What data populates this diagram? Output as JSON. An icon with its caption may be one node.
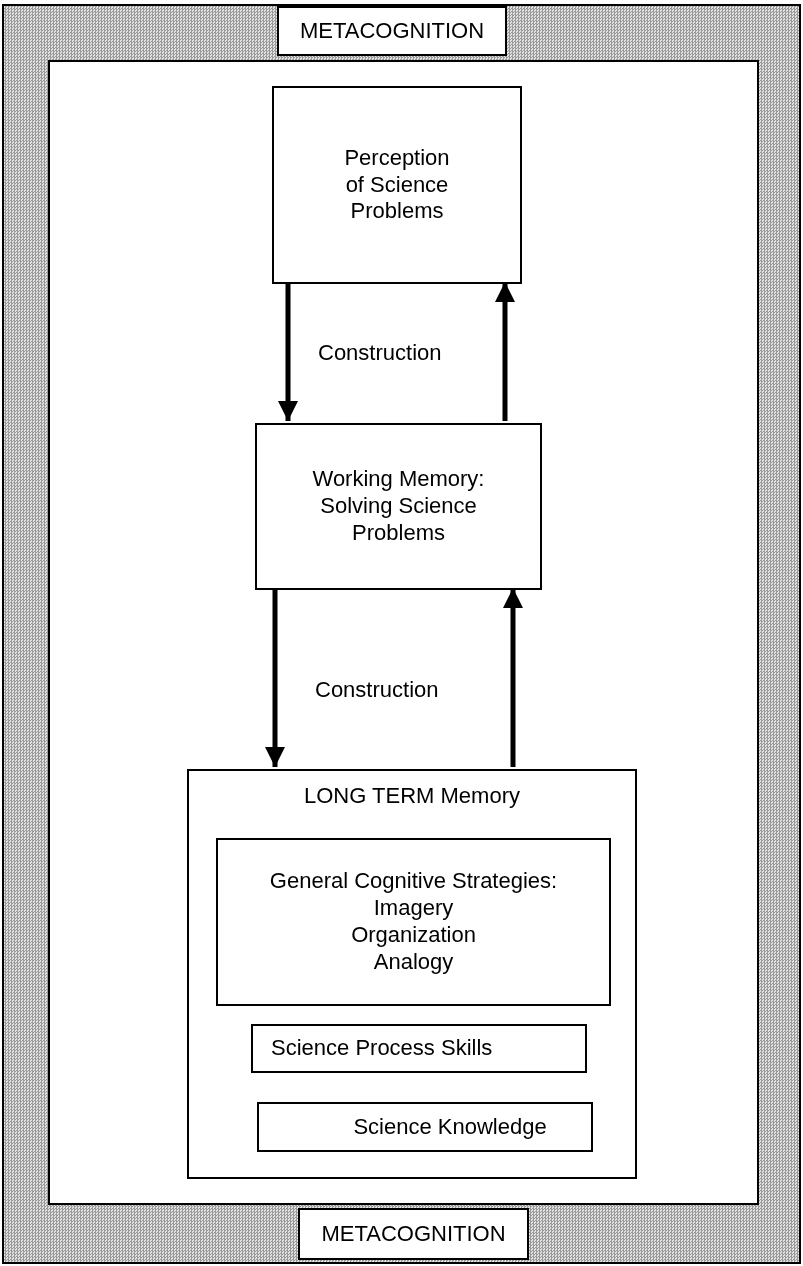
{
  "diagram": {
    "nodes": [
      {
        "text": [
          "METACOGNITION",
          "METACOGNITION"
        ]
      },
      {
        "text": [
          "Perception of Science Problems"
        ],
        "in": 0
      },
      {
        "text": [
          "Working Memory: Solving Science Problems"
        ],
        "in": 0
      },
      {
        "text": [
          "LONG TERM Memory"
        ],
        "in": 0
      },
      {
        "text": [
          "General Cognitive Strategies:",
          "Imagery",
          "Organization",
          "Analogy"
        ],
        "in": 3
      },
      {
        "text": [
          "Science Process Skills"
        ],
        "in": 3
      },
      {
        "text": [
          "Science Knowledge"
        ],
        "in": 3
      }
    ],
    "edges": [
      {
        "from": 1,
        "to": 2,
        "arrow": "to"
      },
      {
        "from": 2,
        "to": 1,
        "arrow": "to"
      },
      {
        "from": 2,
        "to": 3,
        "arrow": "to"
      },
      {
        "from": 3,
        "to": 2,
        "arrow": "to"
      }
    ],
    "labels": [
      "Construction",
      "Construction"
    ]
  }
}
